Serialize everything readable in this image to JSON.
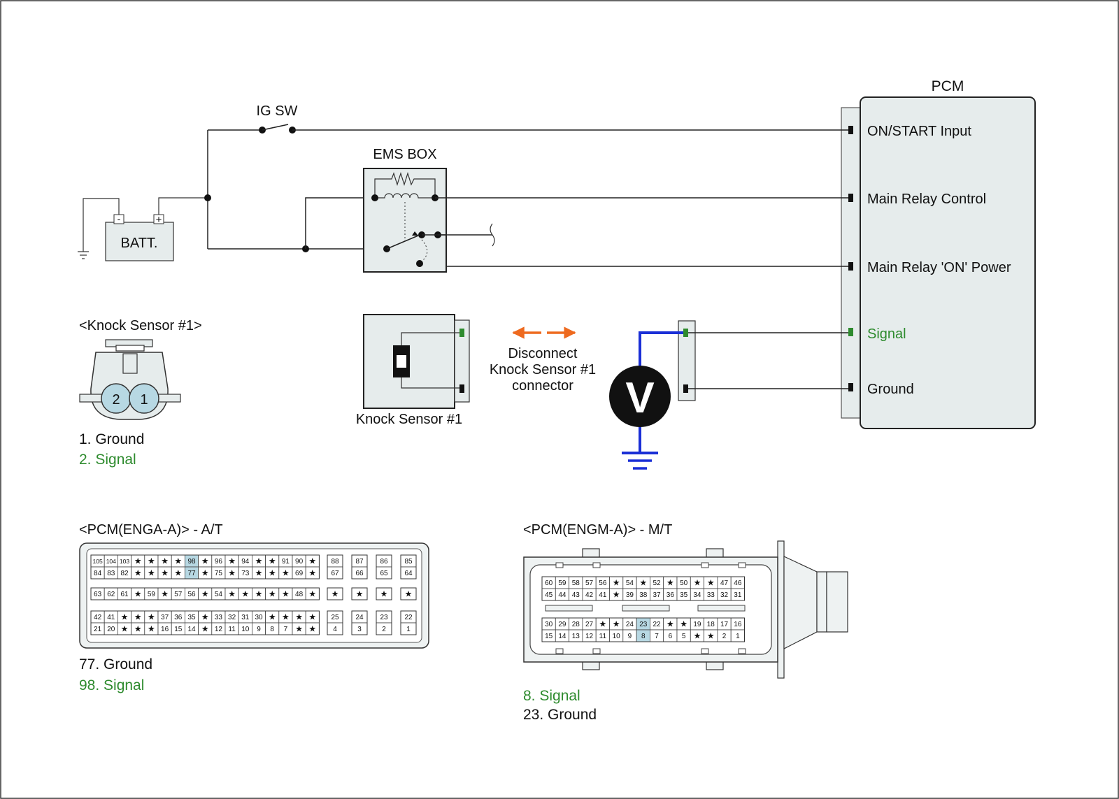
{
  "colors": {
    "signal_green": "#2e8b2e",
    "probe_blue": "#1a2fd6",
    "arrow_orange": "#ee6a1f",
    "highlight_pin": "#b7d8e3",
    "panel_fill": "#e6ecec",
    "connector_fill": "#eef2f2"
  },
  "ig_sw": "IG SW",
  "ems_box": "EMS BOX",
  "batt": {
    "label": "BATT.",
    "neg": "-",
    "pos": "+"
  },
  "pcm": {
    "title": "PCM",
    "pins": [
      "ON/START Input",
      "Main Relay Control",
      "Main Relay 'ON' Power",
      "Signal",
      "Ground"
    ]
  },
  "knock_sensor_connector": {
    "title": "<Knock Sensor #1>",
    "pin_2": "2",
    "pin_1": "1",
    "legend_ground": "1. Ground",
    "legend_signal": "2. Signal"
  },
  "knock_sensor_label": "Knock Sensor #1",
  "disconnect_note": [
    "Disconnect",
    "Knock Sensor #1",
    "connector"
  ],
  "voltmeter": "V",
  "pcm_at": {
    "title": "<PCM(ENGA-A)> - A/T",
    "legend_ground": "77. Ground",
    "legend_signal": "98. Signal",
    "row1": [
      "105",
      "104",
      "103",
      "★",
      "★",
      "★",
      "★",
      "98",
      "★",
      "96",
      "★",
      "94",
      "★",
      "★",
      "91",
      "90",
      "★"
    ],
    "row2": [
      "84",
      "83",
      "82",
      "★",
      "★",
      "★",
      "★",
      "77",
      "★",
      "75",
      "★",
      "73",
      "★",
      "★",
      "★",
      "69",
      "★"
    ],
    "row3": [
      "63",
      "62",
      "61",
      "★",
      "59",
      "★",
      "57",
      "56",
      "★",
      "54",
      "★",
      "★",
      "★",
      "★",
      "★",
      "48",
      "★"
    ],
    "row4": [
      "42",
      "41",
      "★",
      "★",
      "★",
      "37",
      "36",
      "35",
      "★",
      "33",
      "32",
      "31",
      "30",
      "★",
      "★",
      "★",
      "★"
    ],
    "row5": [
      "21",
      "20",
      "★",
      "★",
      "★",
      "16",
      "15",
      "14",
      "★",
      "12",
      "11",
      "10",
      "9",
      "8",
      "7",
      "★",
      "★"
    ],
    "right1": [
      "88",
      "87",
      "86",
      "85"
    ],
    "right2": [
      "67",
      "66",
      "65",
      "64"
    ],
    "right3": [
      "★",
      "★",
      "★",
      "★"
    ],
    "right4": [
      "25",
      "24",
      "23",
      "22"
    ],
    "right5": [
      "4",
      "3",
      "2",
      "1"
    ]
  },
  "pcm_mt": {
    "title": "<PCM(ENGM-A)> - M/T",
    "legend_signal": "8. Signal",
    "legend_ground": "23. Ground",
    "row1": [
      "60",
      "59",
      "58",
      "57",
      "56",
      "★",
      "54",
      "★",
      "52",
      "★",
      "50",
      "★",
      "★",
      "47",
      "46"
    ],
    "row2": [
      "45",
      "44",
      "43",
      "42",
      "41",
      "★",
      "39",
      "38",
      "37",
      "36",
      "35",
      "34",
      "33",
      "32",
      "31"
    ],
    "row3": [
      "30",
      "29",
      "28",
      "27",
      "★",
      "★",
      "24",
      "23",
      "22",
      "★",
      "★",
      "19",
      "18",
      "17",
      "16"
    ],
    "row4": [
      "15",
      "14",
      "13",
      "12",
      "11",
      "10",
      "9",
      "8",
      "7",
      "6",
      "5",
      "★",
      "★",
      "2",
      "1"
    ]
  }
}
